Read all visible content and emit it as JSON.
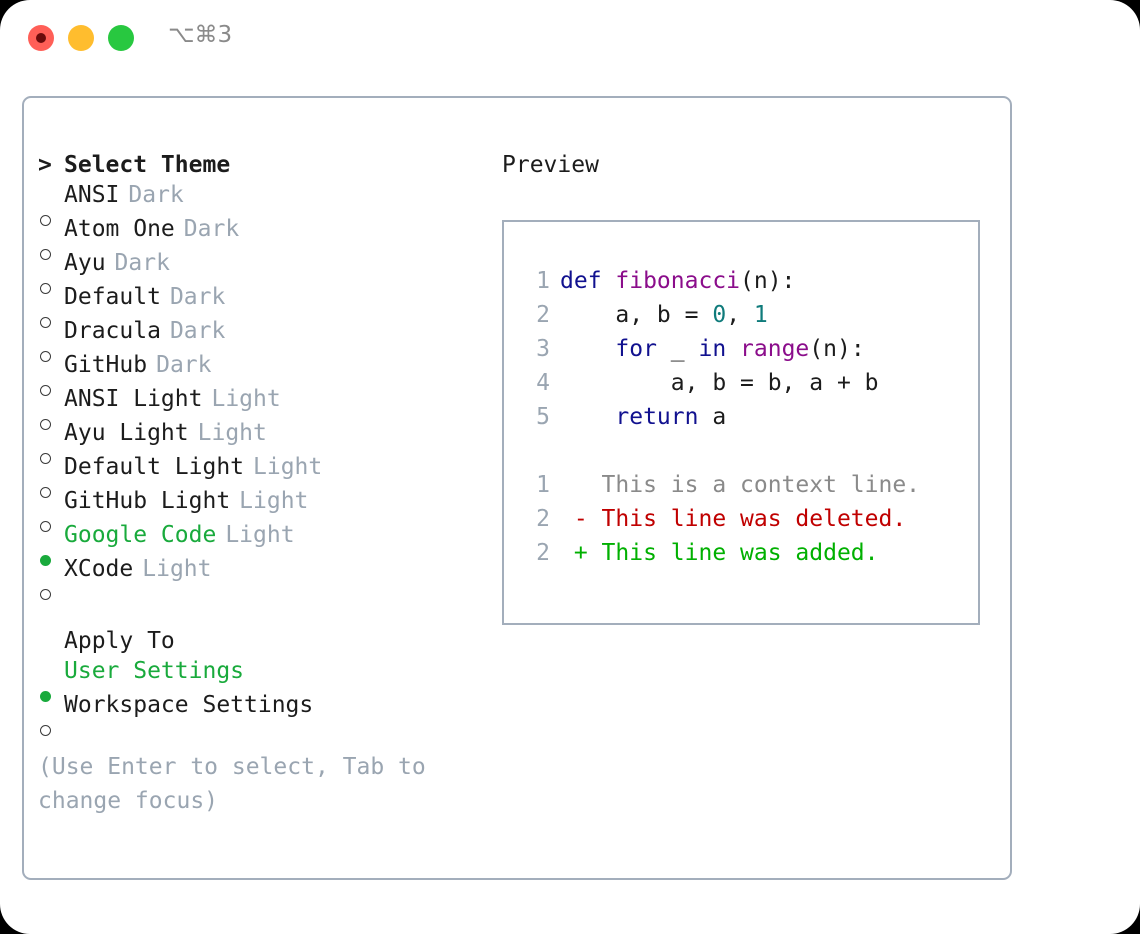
{
  "window": {
    "traffic_lights": [
      "close-red",
      "minimize-yellow",
      "maximize-green"
    ],
    "shortcut": "⌥⌘3"
  },
  "theme_picker": {
    "header_marker": ">",
    "header_label": "Select Theme",
    "items": [
      {
        "marker": "o",
        "label": "ANSI",
        "badge": "Dark",
        "selected": false
      },
      {
        "marker": "o",
        "label": "Atom One",
        "badge": "Dark",
        "selected": false
      },
      {
        "marker": "o",
        "label": "Ayu",
        "badge": "Dark",
        "selected": false
      },
      {
        "marker": "o",
        "label": "Default",
        "badge": "Dark",
        "selected": false
      },
      {
        "marker": "o",
        "label": "Dracula",
        "badge": "Dark",
        "selected": false
      },
      {
        "marker": "o",
        "label": "GitHub",
        "badge": "Dark",
        "selected": false
      },
      {
        "marker": "o",
        "label": "ANSI Light",
        "badge": "Light",
        "selected": false
      },
      {
        "marker": "o",
        "label": "Ayu Light",
        "badge": "Light",
        "selected": false
      },
      {
        "marker": "o",
        "label": "Default Light",
        "badge": "Light",
        "selected": false
      },
      {
        "marker": "o",
        "label": "GitHub Light",
        "badge": "Light",
        "selected": false
      },
      {
        "marker": "●",
        "label": "Google Code",
        "badge": "Light",
        "selected": true
      },
      {
        "marker": "o",
        "label": "XCode",
        "badge": "Light",
        "selected": false
      }
    ]
  },
  "apply_to": {
    "header_label": "Apply To",
    "items": [
      {
        "label": "User Settings",
        "selected": true
      },
      {
        "label": "Workspace Settings",
        "selected": false
      }
    ]
  },
  "hint": "(Use Enter to select, Tab to change focus)",
  "preview": {
    "title": "Preview",
    "code_lines": [
      {
        "n": "1",
        "segments": [
          {
            "t": "def ",
            "c": "tok-kw"
          },
          {
            "t": "fibonacci",
            "c": "tok-fn"
          },
          {
            "t": "(n):",
            "c": "tok-plain"
          }
        ]
      },
      {
        "n": "2",
        "segments": [
          {
            "t": "    a, b = ",
            "c": "tok-plain"
          },
          {
            "t": "0",
            "c": "tok-num"
          },
          {
            "t": ", ",
            "c": "tok-plain"
          },
          {
            "t": "1",
            "c": "tok-num"
          }
        ]
      },
      {
        "n": "3",
        "segments": [
          {
            "t": "    ",
            "c": "tok-plain"
          },
          {
            "t": "for",
            "c": "tok-kw"
          },
          {
            "t": " _ ",
            "c": "tok-plain"
          },
          {
            "t": "in",
            "c": "tok-kw"
          },
          {
            "t": " ",
            "c": "tok-plain"
          },
          {
            "t": "range",
            "c": "tok-fn"
          },
          {
            "t": "(n):",
            "c": "tok-plain"
          }
        ]
      },
      {
        "n": "4",
        "segments": [
          {
            "t": "        a, b = b, a + b",
            "c": "tok-plain"
          }
        ]
      },
      {
        "n": "5",
        "segments": [
          {
            "t": "    ",
            "c": "tok-plain"
          },
          {
            "t": "return",
            "c": "tok-kw"
          },
          {
            "t": " a",
            "c": "tok-plain"
          }
        ]
      }
    ],
    "diff_lines": [
      {
        "n": "1",
        "sign": " ",
        "text": "This is a context line.",
        "kind": "diff-ctx"
      },
      {
        "n": "2",
        "sign": "-",
        "text": "This line was deleted.",
        "kind": "diff-del"
      },
      {
        "n": "2",
        "sign": "+",
        "text": "This line was added.",
        "kind": "diff-add"
      }
    ]
  },
  "colors": {
    "accent_green": "#19aa3c",
    "muted": "#9aa5b1",
    "border": "#a3aebc",
    "keyword": "#11118f",
    "function": "#8b0d8b",
    "number": "#0f7b7b",
    "diff_added": "#00b000",
    "diff_deleted": "#c00000",
    "diff_context": "#8a8a8a"
  }
}
